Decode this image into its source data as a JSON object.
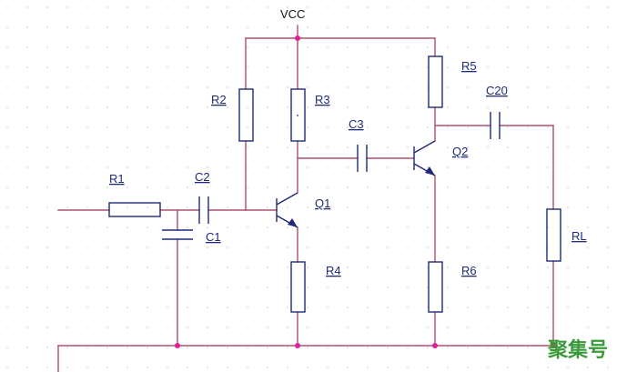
{
  "supply_label": "VCC",
  "labels": {
    "r1": "R1",
    "r2": "R2",
    "r3": "R3",
    "r4": "R4",
    "r5": "R5",
    "r6": "R6",
    "rl": "RL",
    "c1": "C1",
    "c2": "C2",
    "c3": "C3",
    "c20": "C20",
    "q1": "Q1",
    "q2": "Q2"
  },
  "watermark": "聚集号",
  "colors": {
    "wire": "#b0506a",
    "component": "#1f2a7a",
    "junction": "#e0209a",
    "watermark": "#3a9a3a"
  }
}
